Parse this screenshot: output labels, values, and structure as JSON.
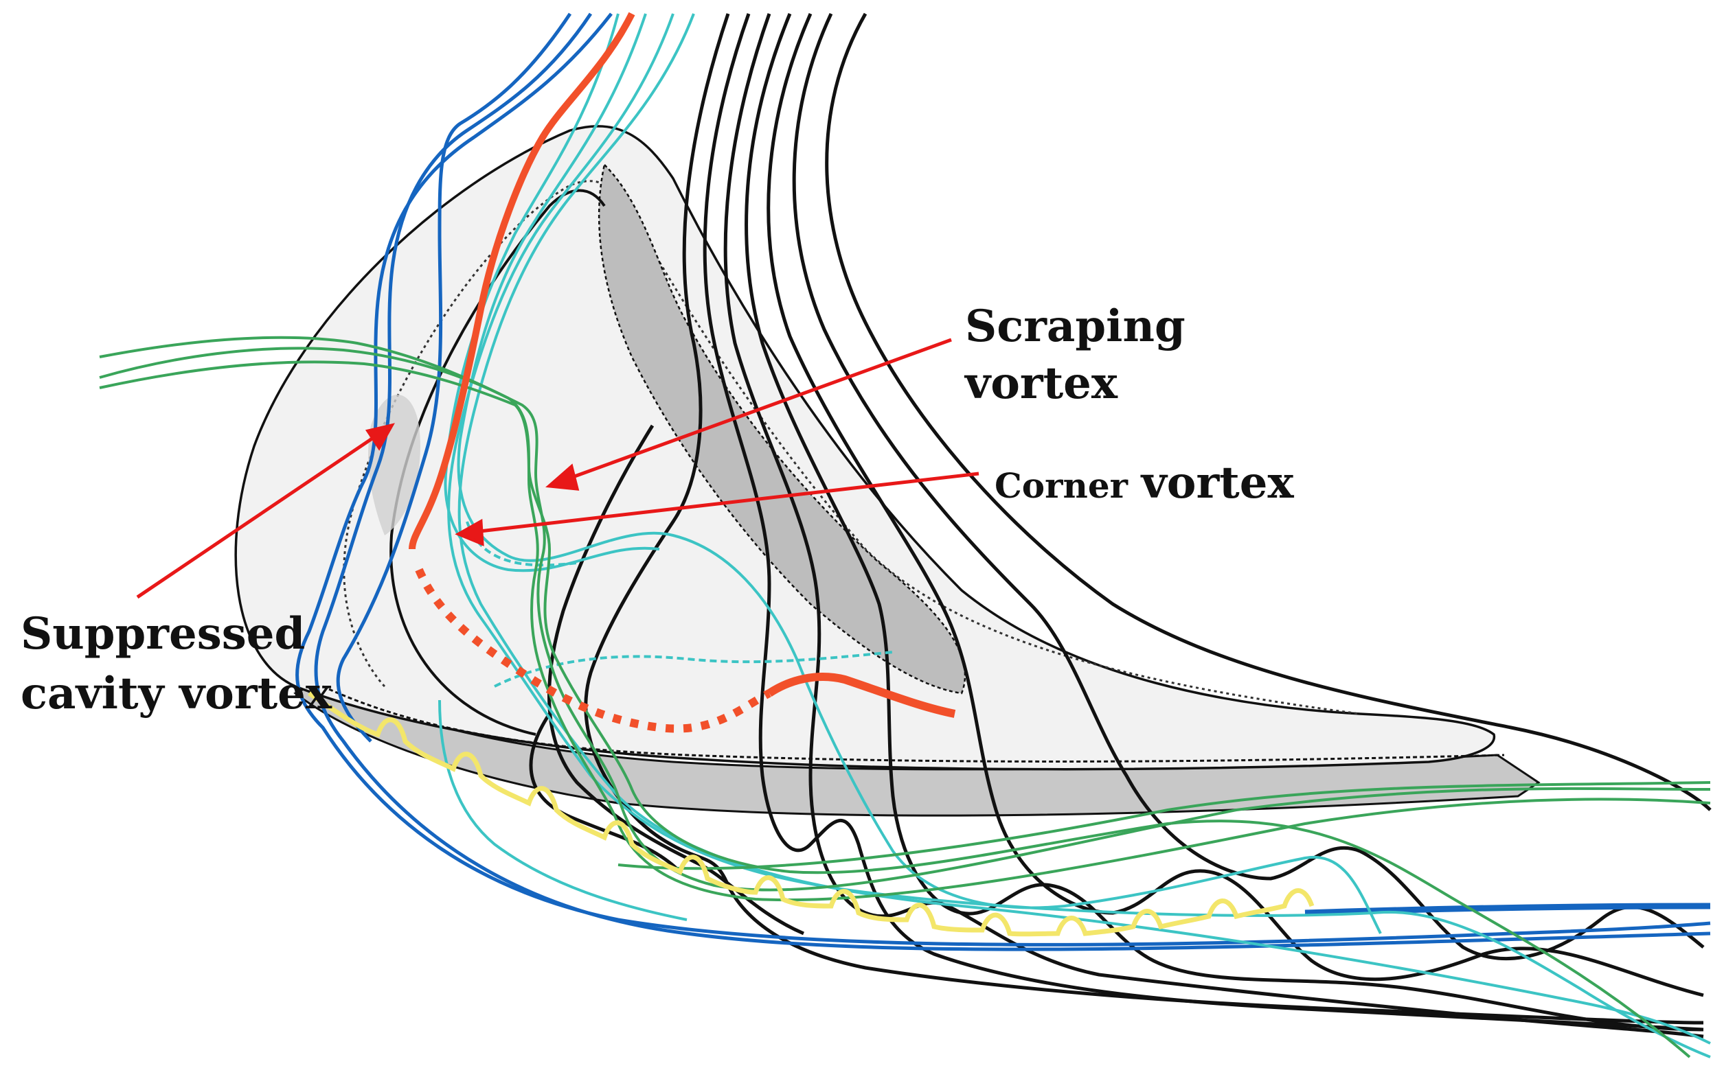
{
  "labels": {
    "scraping_line1": "Scraping",
    "scraping_line2": "vortex",
    "corner_part1": "Corner",
    "corner_part2": "vortex",
    "suppressed_line1": "Suppressed",
    "suppressed_line2": "cavity vortex"
  },
  "colors": {
    "background": "#ffffff",
    "arrow": "#e81818",
    "black_streamline": "#111111",
    "blue_streamline": "#1565c0",
    "cyan_streamline": "#3cc4c4",
    "green_streamline": "#3aa55a",
    "orange_streamline": "#f2502a",
    "yellow_streamline": "#f3e66a",
    "blade_surface": "#efefef",
    "blade_shadow": "#c4c4c4"
  }
}
